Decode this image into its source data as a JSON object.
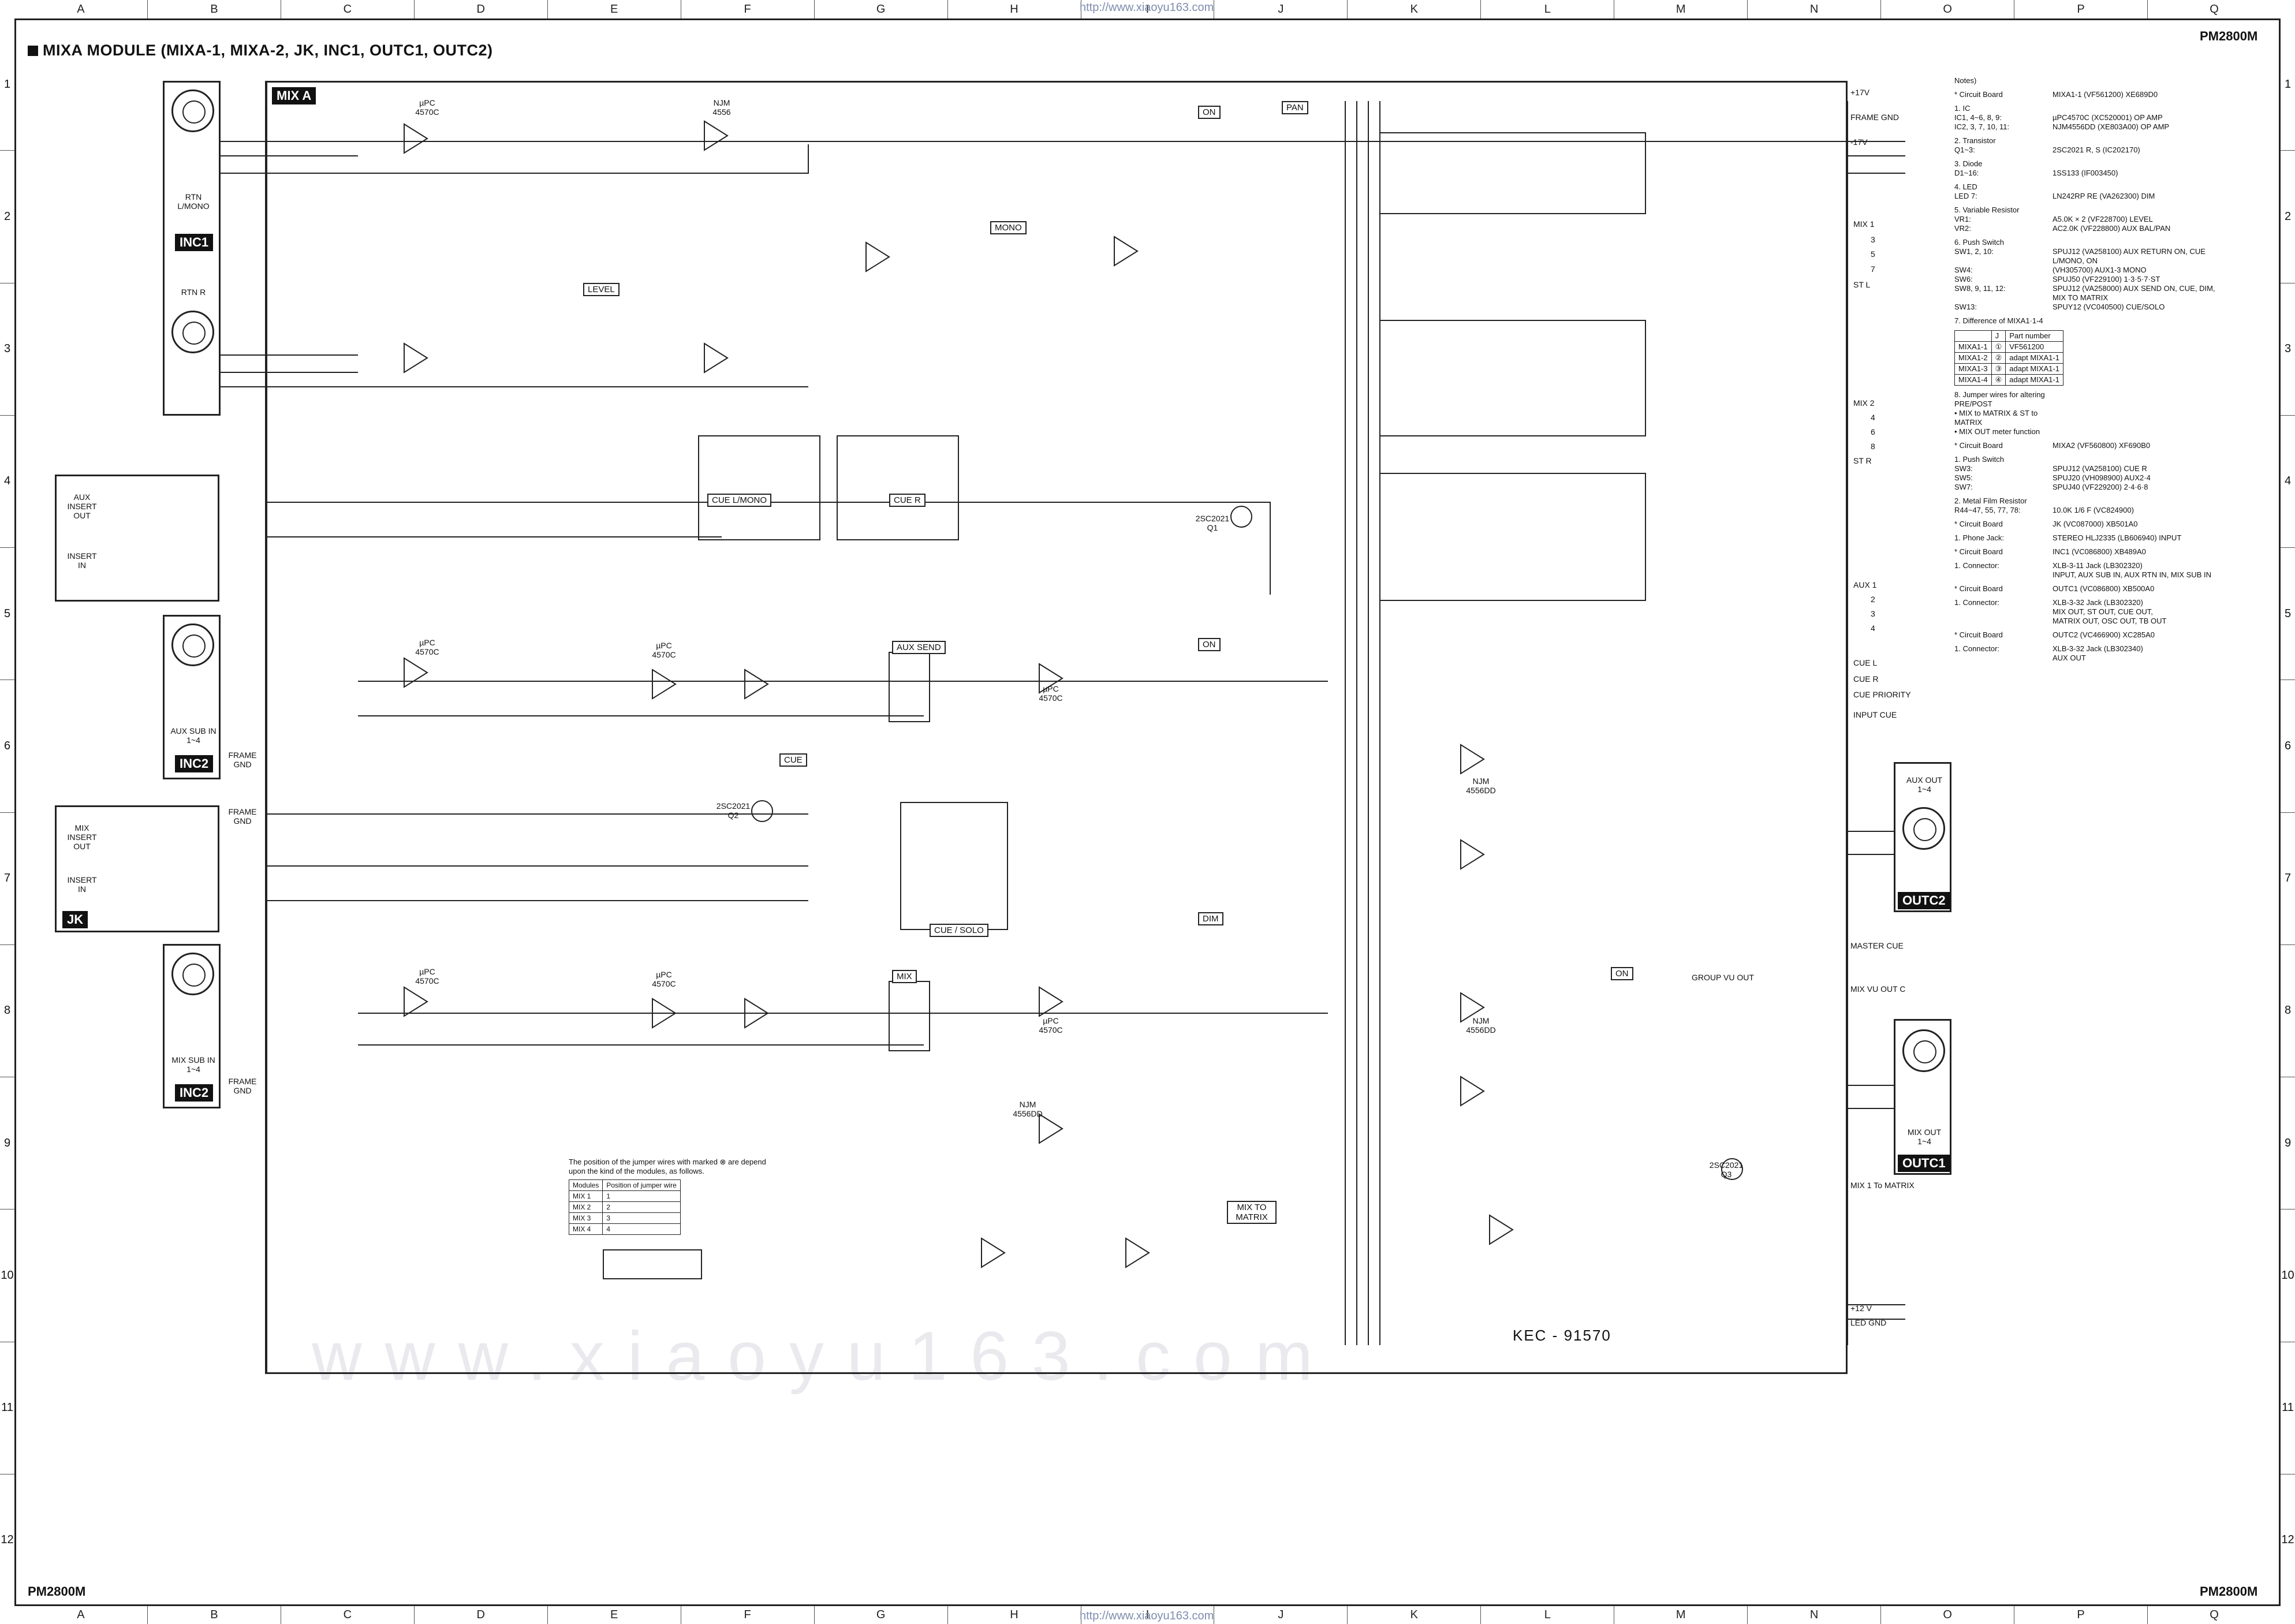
{
  "header": {
    "url": "http://www.xiaoyu163.com",
    "model": "PM2800M",
    "title": "MIXA MODULE (MIXA-1, MIXA-2, JK, INC1, OUTC1, OUTC2)"
  },
  "grid": {
    "letters": [
      "A",
      "B",
      "C",
      "D",
      "E",
      "F",
      "G",
      "H",
      "I",
      "J",
      "K",
      "L",
      "M",
      "N",
      "O",
      "P",
      "Q"
    ],
    "numbers": [
      "1",
      "2",
      "3",
      "4",
      "5",
      "6",
      "7",
      "8",
      "9",
      "10",
      "11",
      "12"
    ]
  },
  "watermark": "www.xiaoyu163.com",
  "board": {
    "title": "MIX A",
    "kec": "KEC - 91570"
  },
  "jacks": {
    "inc1": {
      "tag": "INC1",
      "rtn_lmono": "RTN\nL/MONO",
      "rtn_r": "RTN R"
    },
    "aux_insert": {
      "out": "AUX\nINSERT\nOUT",
      "in": "INSERT\nIN"
    },
    "inc2_a": {
      "tag": "INC2",
      "label": "AUX SUB IN\n1~4",
      "frame_gnd": "FRAME\nGND"
    },
    "jk": {
      "tag": "JK",
      "out": "MIX\nINSERT\nOUT",
      "in": "INSERT\nIN",
      "frame_gnd": "FRAME\nGND"
    },
    "inc2_b": {
      "tag": "INC2",
      "label": "MIX SUB IN\n1~4",
      "frame_gnd": "FRAME\nGND"
    },
    "outc2": {
      "tag": "OUTC2",
      "label": "AUX OUT\n1~4"
    },
    "outc1": {
      "tag": "OUTC1",
      "label": "MIX OUT\n1~4"
    }
  },
  "blocks": {
    "ic_upc4570c": "µPC\n4570C",
    "ic_njm4556": "NJM\n4556",
    "ic_njm4556dd": "NJM\n4556DD",
    "cue_lmono": "CUE L/MONO",
    "cue_r": "CUE R",
    "aux_send": "AUX SEND",
    "cue": "CUE",
    "cue_solo": "CUE / SOLO",
    "mix": "MIX",
    "mix_to_matrix": "MIX TO MATRIX",
    "level": "LEVEL",
    "mono": "MONO",
    "pan": "PAN",
    "on": "ON",
    "dim": "DIM",
    "group_vu_out": "GROUP VU OUT",
    "q1": "2SC2021\nQ1",
    "q2": "2SC2021\nQ2",
    "q3": "2SC2021\nQ3"
  },
  "ports": {
    "p17v": "+17V",
    "frame_gnd": "FRAME GND",
    "m17v": "-17V",
    "mix1": "MIX 1",
    "mix3": "3",
    "mix5": "5",
    "mix7": "7",
    "st_l": "ST L",
    "mix2": "MIX 2",
    "mix4": "4",
    "mix6": "6",
    "mix8": "8",
    "st_r": "ST R",
    "aux1": "AUX 1",
    "aux2": "2",
    "aux3": "3",
    "aux4": "4",
    "cue_l": "CUE L",
    "cue_r": "CUE R",
    "cue_priority": "CUE PRIORITY",
    "input_cue": "INPUT CUE",
    "master_cue": "MASTER CUE",
    "mix_vu_out": "MIX VU OUT C",
    "mix_to_matrix": "MIX 1 To MATRIX",
    "p12v": "+12 V",
    "led_gnd": "LED GND"
  },
  "notes": {
    "title": "Notes)",
    "items": [
      {
        "k": "*  Circuit Board",
        "v": "MIXA1-1 (VF561200) XE689D0"
      },
      {
        "k": "1.  IC\n    IC1, 4~6, 8, 9:\n    IC2, 3, 7, 10, 11:",
        "v": "\nµPC4570C (XC520001) OP AMP\nNJM4556DD (XE803A00) OP AMP"
      },
      {
        "k": "2.  Transistor\n    Q1~3:",
        "v": "\n2SC2021 R, S (IC202170)"
      },
      {
        "k": "3.  Diode\n    D1~16:",
        "v": "\n1SS133 (IF003450)"
      },
      {
        "k": "4.  LED\n    LED 7:",
        "v": "\nLN242RP RE (VA262300) DIM"
      },
      {
        "k": "5.  Variable Resistor\n    VR1:\n    VR2:",
        "v": "\nA5.0K × 2 (VF228700) LEVEL\nAC2.0K (VF228800) AUX BAL/PAN"
      },
      {
        "k": "6.  Push Switch\n    SW1, 2, 10:\n\n    SW4:\n    SW6:\n    SW8, 9, 11, 12:\n\n    SW13:",
        "v": "\nSPUJ12 (VA258100) AUX RETURN ON, CUE\nL/MONO, ON\n(VH305700) AUX1-3 MONO\nSPUJ50 (VF229100) 1·3·5·7·ST\nSPUJ12 (VA258000) AUX SEND ON, CUE, DIM,\nMIX TO MATRIX\nSPUY12 (VC040500) CUE/SOLO"
      },
      {
        "k": "7.  Difference of MIXA1·1-4",
        "v": ""
      }
    ],
    "diff_rows": [
      [
        "",
        "J",
        "Part number"
      ],
      [
        "MIXA1-1",
        "①",
        "VF561200"
      ],
      [
        "MIXA1-2",
        "②",
        "adapt MIXA1-1"
      ],
      [
        "MIXA1-3",
        "③",
        "adapt MIXA1-1"
      ],
      [
        "MIXA1-4",
        "④",
        "adapt MIXA1-1"
      ]
    ],
    "items2": [
      {
        "k": "8.  Jumper wires for altering PRE/POST\n    • MIX to MATRIX & ST to MATRIX\n    • MIX OUT meter function",
        "v": ""
      },
      {
        "k": "*  Circuit Board",
        "v": "MIXA2 (VF560800) XF690B0"
      },
      {
        "k": "1.  Push Switch\n    SW3:\n    SW5:\n    SW7:",
        "v": "\nSPUJ12 (VA258100) CUE R\nSPUJ20 (VH098900) AUX2·4\nSPUJ40 (VF229200) 2·4·6·8"
      },
      {
        "k": "2.  Metal Film Resistor\n    R44~47, 55, 77, 78:",
        "v": "\n10.0K 1/6 F (VC824900)"
      },
      {
        "k": "*  Circuit Board",
        "v": "JK (VC087000) XB501A0"
      },
      {
        "k": "1.  Phone Jack:",
        "v": "STEREO HLJ2335 (LB606940) INPUT"
      },
      {
        "k": "*  Circuit Board",
        "v": "INC1 (VC086800) XB489A0"
      },
      {
        "k": "1.  Connector:",
        "v": "XLB-3-11 Jack (LB302320)\nINPUT, AUX SUB IN, AUX RTN IN, MIX SUB IN"
      },
      {
        "k": "*  Circuit Board",
        "v": "OUTC1 (VC086800) XB500A0"
      },
      {
        "k": "1.  Connector:",
        "v": "XLB-3-32 Jack (LB302320)\nMIX OUT, ST OUT, CUE OUT,\nMATRIX OUT, OSC OUT, TB OUT"
      },
      {
        "k": "*  Circuit Board",
        "v": "OUTC2 (VC466900) XC285A0"
      },
      {
        "k": "1.  Connector:",
        "v": "XLB-3-32 Jack (LB302340)\nAUX OUT"
      }
    ]
  },
  "jumper": {
    "text": "The position of the jumper wires with marked ⊗ are depend upon the kind of the modules, as follows.",
    "head": [
      "Modules",
      "Position of jumper wire"
    ],
    "rows": [
      [
        "MIX 1",
        "1"
      ],
      [
        "MIX 2",
        "2"
      ],
      [
        "MIX 3",
        "3"
      ],
      [
        "MIX 4",
        "4"
      ]
    ]
  }
}
